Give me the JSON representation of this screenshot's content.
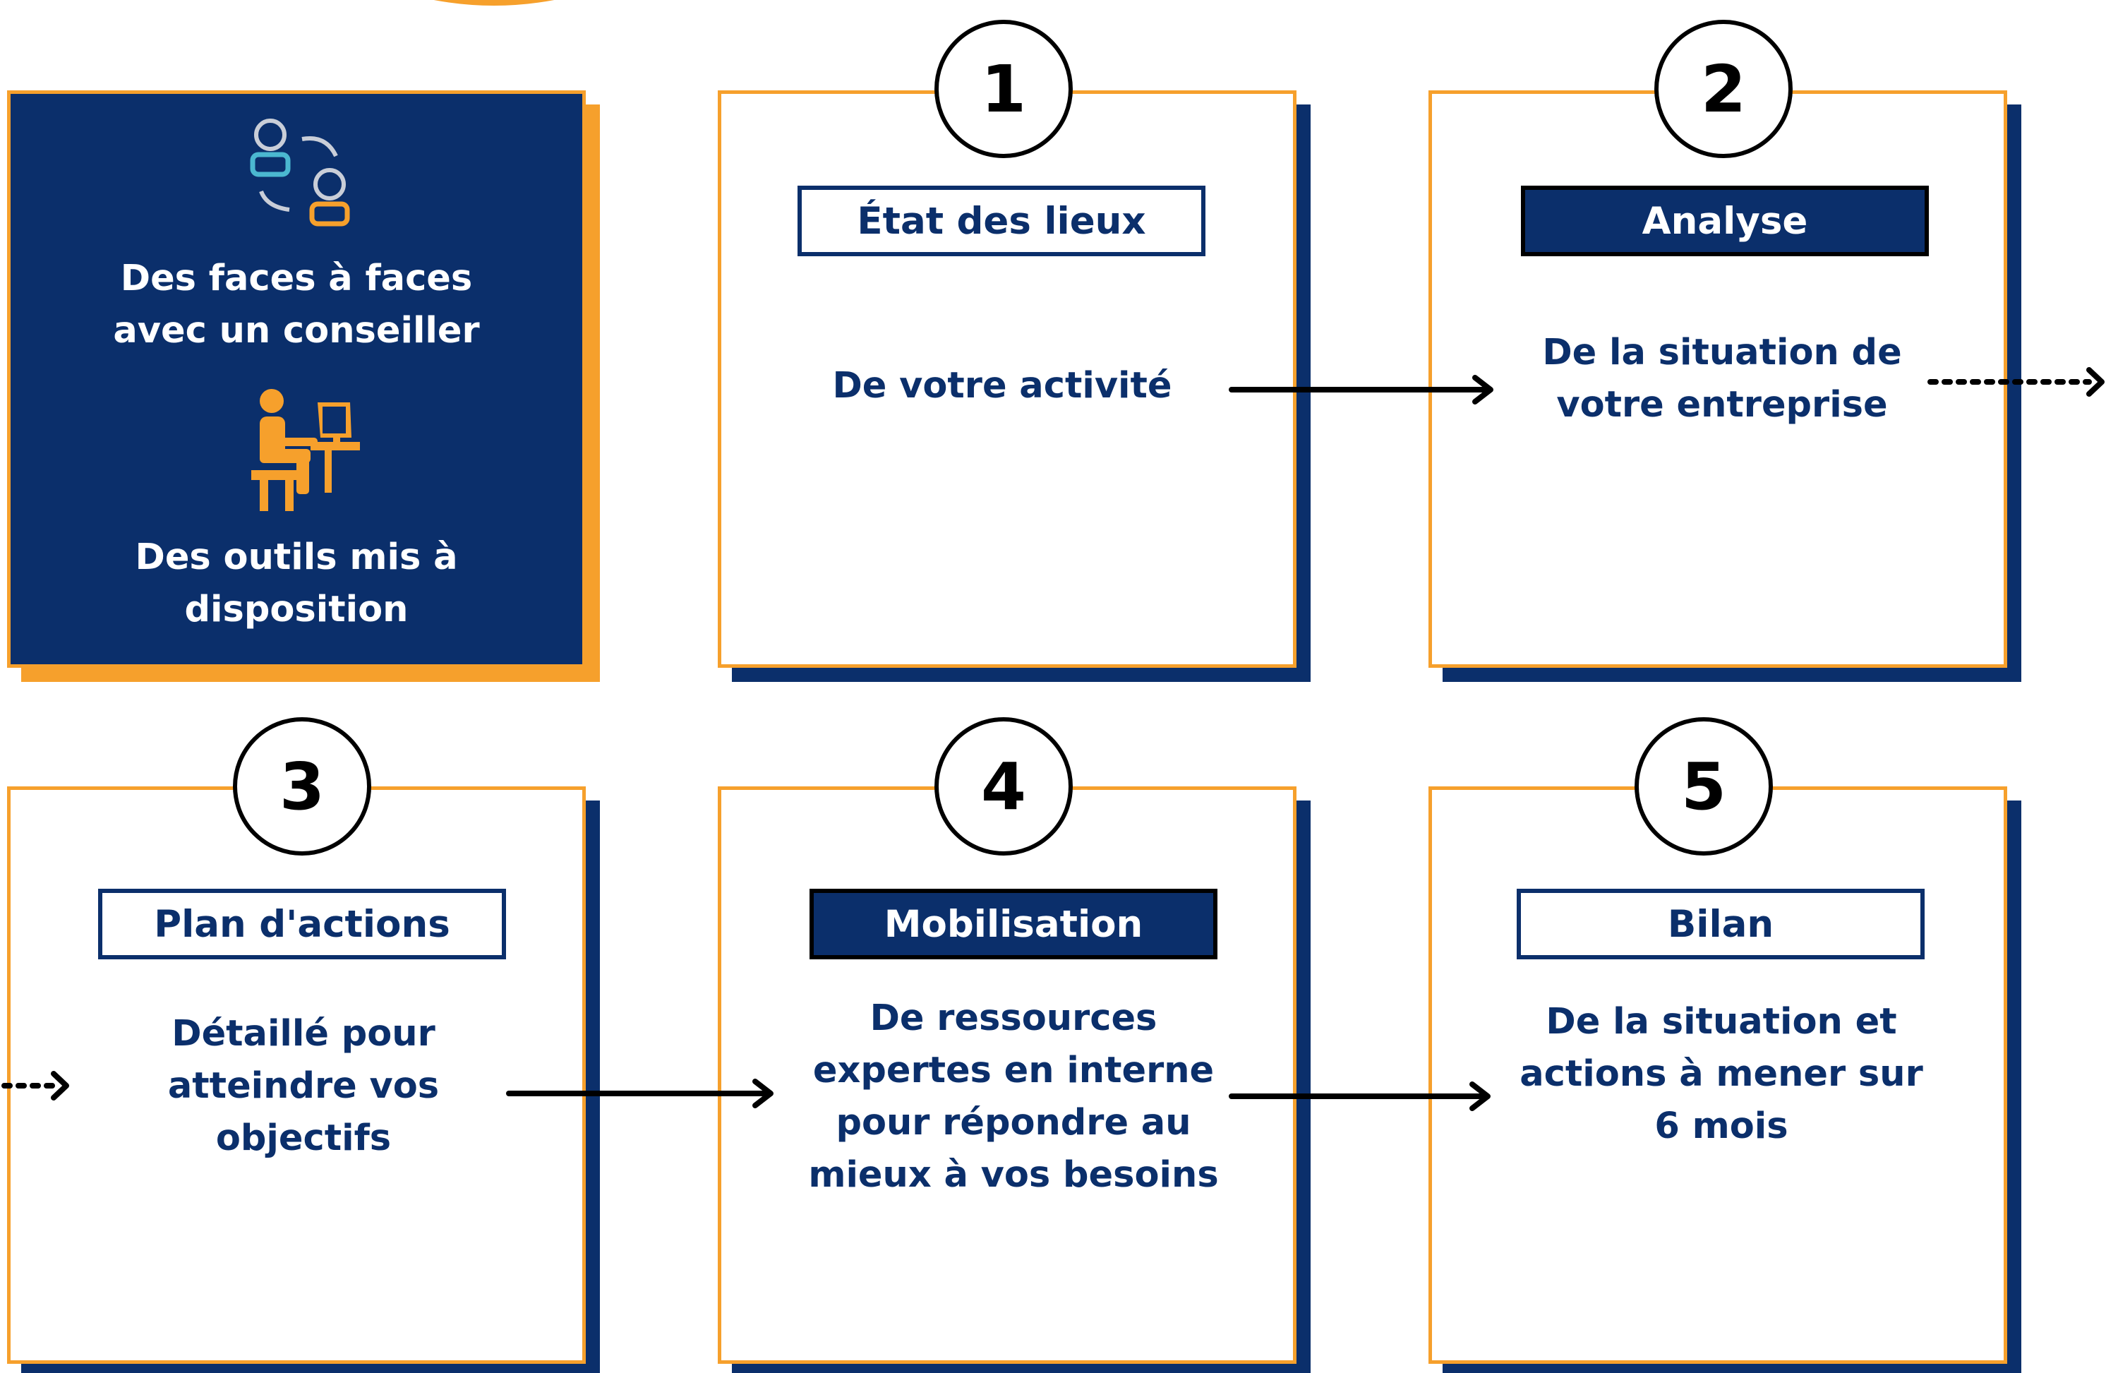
{
  "colors": {
    "navy": "#0b2f6b",
    "orange": "#f6a02c",
    "teal": "#4bb8d0",
    "black": "#000000"
  },
  "intro": {
    "line1": "Des faces à faces\navec un conseiller",
    "line2": "Des outils mis à\ndisposition",
    "icons": [
      "people-exchange-icon",
      "person-at-computer-icon"
    ]
  },
  "steps": [
    {
      "number": "1",
      "label": "État des lieux",
      "style": "outline",
      "description": "De votre activité"
    },
    {
      "number": "2",
      "label": "Analyse",
      "style": "filled",
      "description": "De la situation de\nvotre entreprise"
    },
    {
      "number": "3",
      "label": "Plan d'actions",
      "style": "outline",
      "description": "Détaillé pour\natteindre vos\nobjectifs"
    },
    {
      "number": "4",
      "label": "Mobilisation",
      "style": "filled",
      "description": "De ressources\nexpertes en interne\npour répondre au\nmieux à vos besoins"
    },
    {
      "number": "5",
      "label": "Bilan",
      "style": "outline",
      "description": "De la situation et\nactions à mener sur\n6 mois"
    }
  ]
}
